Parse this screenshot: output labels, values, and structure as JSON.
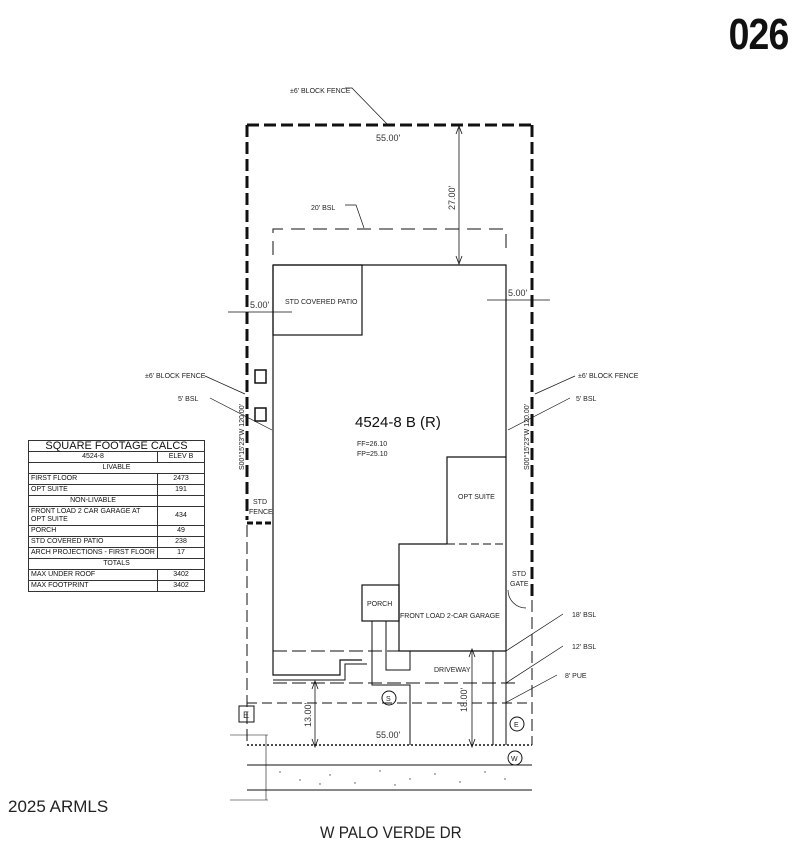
{
  "lot_number": "026",
  "copyright": "2025 ARMLS",
  "street_name": "W PALO VERDE DR",
  "plan": {
    "model": "4524-8 B (R)",
    "ff": "FF=26.10",
    "fp": "FP=25.10",
    "rooms": {
      "patio": "STD COVERED PATIO",
      "opt_suite": "OPT SUITE",
      "porch": "PORCH",
      "garage": "FRONT LOAD 2-CAR GARAGE",
      "driveway": "DRIVEWAY"
    },
    "labels": {
      "rear_fence": "±6' BLOCK FENCE",
      "rear_bsl": "20' BSL",
      "left_fence": "±6' BLOCK FENCE",
      "left_bsl": "5' BSL",
      "right_fence": "±6' BLOCK FENCE",
      "right_bsl": "5' BSL",
      "std_fence_1": "STD",
      "std_fence_2": "FENCE",
      "std_gate_1": "STD",
      "std_gate_2": "GATE",
      "bsl_18": "18' BSL",
      "bsl_12": "12' BSL",
      "pue": "8' PUE",
      "electric_box": "E",
      "sewer": "S",
      "electric": "E",
      "water": "W"
    },
    "dimensions": {
      "rear_width": "55.00'",
      "front_width": "55.00'",
      "rear_setback": "27.00'",
      "left_side": "5.00'",
      "right_side": "5.00'",
      "left_bearing": "S00°15'23\"W 120.00'",
      "right_bearing": "S00°15'23\"W 120.00'",
      "front_setback_13": "13.00'",
      "front_setback_18": "18.00'"
    }
  },
  "sqft_table": {
    "title": "SQUARE FOOTAGE CALCS",
    "plan": "4524-8",
    "elev": "ELEV B",
    "sections": {
      "livable": "LIVABLE",
      "non_livable": "NON-LIVABLE",
      "totals": "TOTALS"
    },
    "rows": [
      {
        "label": "FIRST FLOOR",
        "value": "2473"
      },
      {
        "label": "OPT SUITE",
        "value": "191"
      },
      {
        "label": "FRONT LOAD 2 CAR GARAGE AT OPT SUITE",
        "value": "434"
      },
      {
        "label": "PORCH",
        "value": "49"
      },
      {
        "label": "STD COVERED PATIO",
        "value": "238"
      },
      {
        "label": "ARCH PROJECTIONS - FIRST FLOOR",
        "value": "17"
      },
      {
        "label": "MAX UNDER ROOF",
        "value": "3402"
      },
      {
        "label": "MAX FOOTPRINT",
        "value": "3402"
      }
    ]
  }
}
